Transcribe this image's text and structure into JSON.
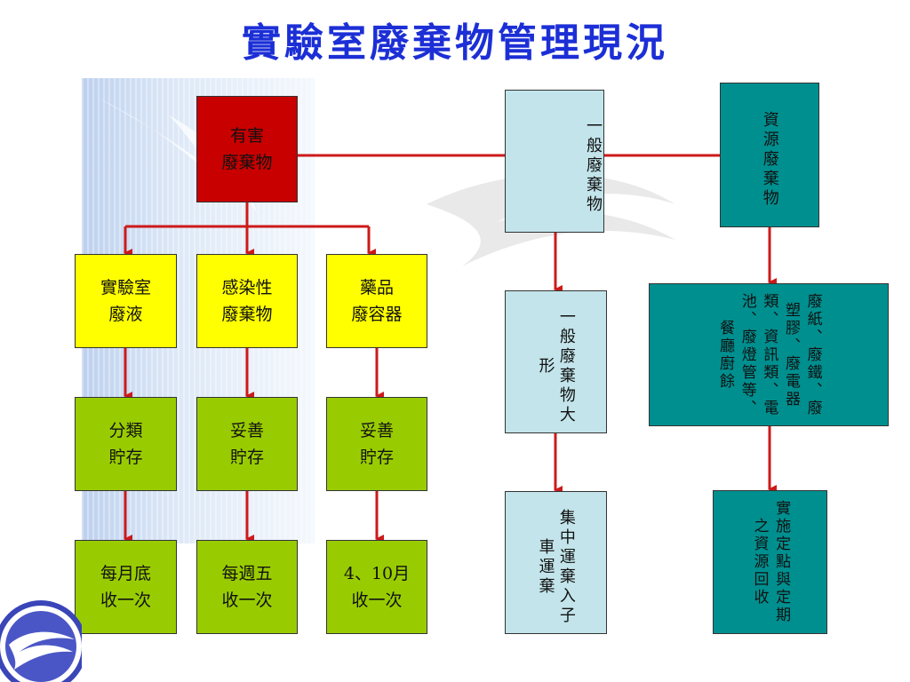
{
  "title": "實驗室廢棄物管理現況",
  "boxes": {
    "hazardous": "有害\n廢棄物",
    "lab_liquid": "實驗室\n廢液",
    "infectious": "感染性\n廢棄物",
    "chemical_containers": "藥品\n廢容器",
    "sort_store": "分類\n貯存",
    "proper_store_1": "妥善\n貯存",
    "proper_store_2": "妥善\n貯存",
    "freq_monthly": "每月底\n收一次",
    "freq_weekly": "每週五\n收一次",
    "freq_apr_oct": "4、10月\n收一次",
    "general_waste": "一般廢棄物",
    "general_large": "一般廢棄物大形",
    "central_transport": "集中運棄入子車運棄",
    "recyclable": "資源廢棄物",
    "recyclable_items": "廢紙、廢鐵、廢塑膠、廢電器類、資訊類、電池、廢燈管等、餐廳廚餘",
    "scheduled_recycling": "實施定點與定期之資源回收"
  },
  "colors": {
    "title": "#1c2fd6",
    "arrow": "#cc1a1a",
    "hazardous": "#c80000",
    "yellow": "#ffff00",
    "green": "#99cc00",
    "light_blue": "#c2e4ea",
    "teal": "#008f8f"
  }
}
